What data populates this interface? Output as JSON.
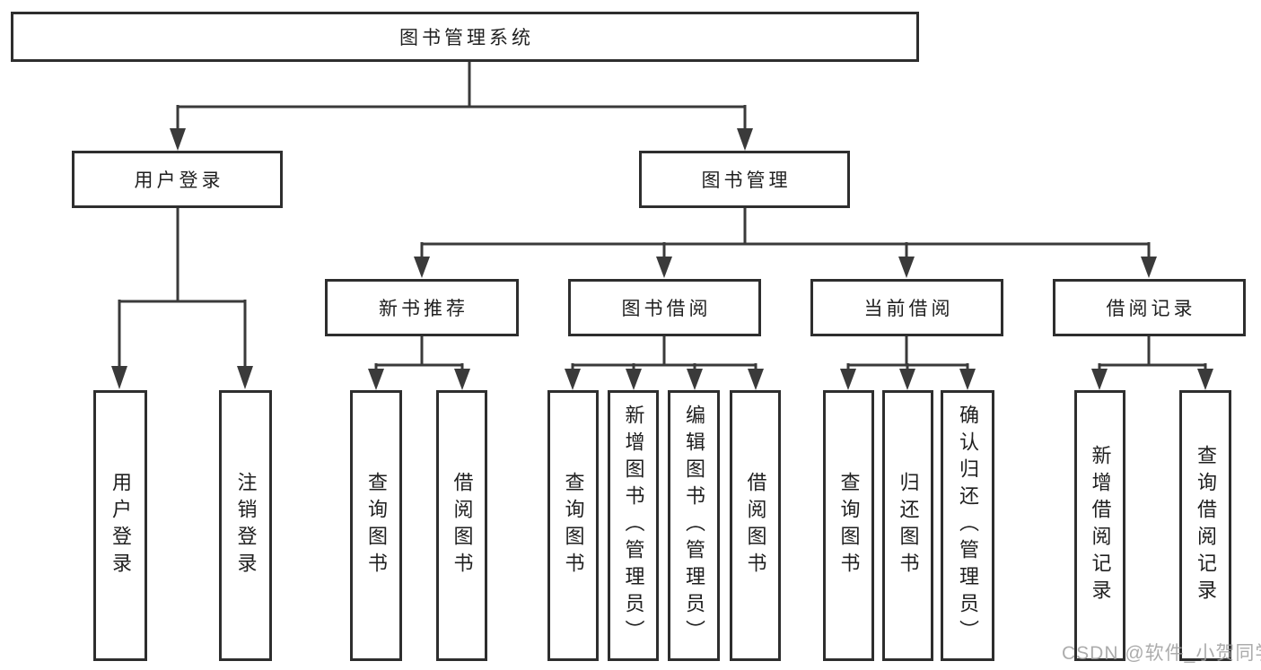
{
  "title": "图书管理系统",
  "level2": [
    {
      "label": "用户登录"
    },
    {
      "label": "图书管理"
    }
  ],
  "level3": [
    {
      "label": "新书推荐"
    },
    {
      "label": "图书借阅"
    },
    {
      "label": "当前借阅"
    },
    {
      "label": "借阅记录"
    }
  ],
  "leaves": {
    "user_login": [
      {
        "label": "用户登录"
      },
      {
        "label": "注销登录"
      }
    ],
    "new_book_recommend": [
      {
        "label": "查询图书"
      },
      {
        "label": "借阅图书"
      }
    ],
    "book_borrow": [
      {
        "label": "查询图书"
      },
      {
        "label": "新增图书（管理员）"
      },
      {
        "label": "编辑图书（管理员）"
      },
      {
        "label": "借阅图书"
      }
    ],
    "current_borrow": [
      {
        "label": "查询图书"
      },
      {
        "label": "归还图书"
      },
      {
        "label": "确认归还（管理员）"
      }
    ],
    "borrow_records": [
      {
        "label": "新增借阅记录"
      },
      {
        "label": "查询借阅记录"
      }
    ]
  },
  "watermark": "CSDN @软件_小贺同学",
  "colors": {
    "background": "#ffffff",
    "box_border": "#2e2e2e",
    "line": "#3a3a3a",
    "text": "#1f1f1f",
    "watermark": "#9e9e9e"
  }
}
